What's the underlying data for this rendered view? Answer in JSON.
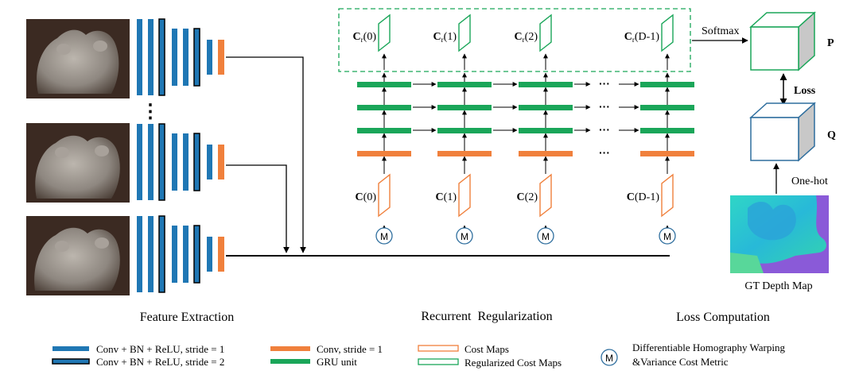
{
  "colors": {
    "conv_blue": "#1f77b4",
    "conv_orange": "#f0803c",
    "gru_green": "#1aa659",
    "warp_circle": "#2e6e9e",
    "cube_p": "#1aa659",
    "cube_q": "#2e6e9e",
    "dashed_box": "#1aa659",
    "arrow": "#000000",
    "cube_side": "#c8c8c8"
  },
  "feature_extraction": {
    "input_images": [
      "bird-statue-view-1",
      "bird-statue-view-2",
      "bird-statue-view-3"
    ],
    "ellipsis": "⋮"
  },
  "regularization": {
    "regularized_cost_maps": [
      {
        "letter": "C",
        "sub": "r",
        "arg": "(0)"
      },
      {
        "letter": "C",
        "sub": "r",
        "arg": "(1)"
      },
      {
        "letter": "C",
        "sub": "r",
        "arg": "(2)"
      },
      {
        "letter": "C",
        "sub": "r",
        "arg": "(D-1)"
      }
    ],
    "cost_maps": [
      {
        "letter": "C",
        "arg": "(0)"
      },
      {
        "letter": "C",
        "arg": "(1)"
      },
      {
        "letter": "C",
        "arg": "(2)"
      },
      {
        "letter": "C",
        "arg": "(D-1)"
      }
    ],
    "warp_symbol": "M",
    "ellipsis": "···"
  },
  "loss": {
    "softmax": "Softmax",
    "p_label": "P",
    "q_label": "Q",
    "loss_label": "Loss",
    "onehot_label": "One-hot",
    "gt_label": "GT Depth Map"
  },
  "sections": {
    "feature": "Feature Extraction",
    "recurrent": "Recurrent  Regularization",
    "loss": "Loss Computation"
  },
  "legend": {
    "conv_s1": "Conv + BN + ReLU, stride = 1",
    "conv_s2": "Conv + BN + ReLU, stride = 2",
    "conv_plain": "Conv, stride = 1",
    "gru": "GRU unit",
    "cost_maps": "Cost Maps",
    "reg_cost_maps": "Regularized Cost Maps",
    "warp_symbol": "M",
    "warp_line1": "Differentiable Homography Warping",
    "warp_line2": "&Variance Cost Metric"
  }
}
